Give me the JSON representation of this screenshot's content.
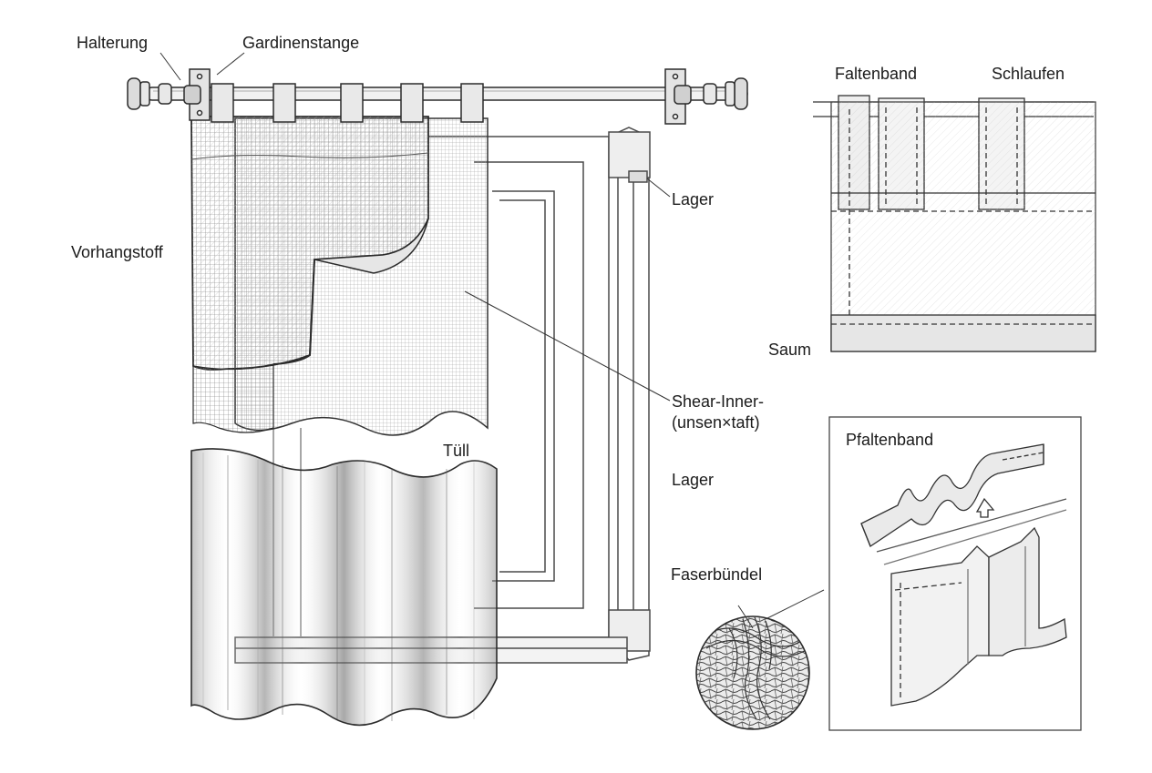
{
  "labels": {
    "halterung": "Halterung",
    "gardinenstange": "Gardinenstange",
    "vorhangstoff": "Vorhangstoff",
    "lager_top": "Lager",
    "shear_inner_line1": "Shear-Inner-",
    "shear_inner_line2": "(unsen×taft)",
    "tuell": "Tüll",
    "lager_bottom": "Lager",
    "faserbuendel": "Faserbündel",
    "faltenband": "Faltenband",
    "schlaufen": "Schlaufen",
    "saum": "Saum",
    "pfaltenband": "Pfaltenband"
  },
  "colors": {
    "ink": "#2b2b2b",
    "light_ink": "#8a8a8a",
    "paper": "#ffffff",
    "shade": "#cfcfcf"
  }
}
